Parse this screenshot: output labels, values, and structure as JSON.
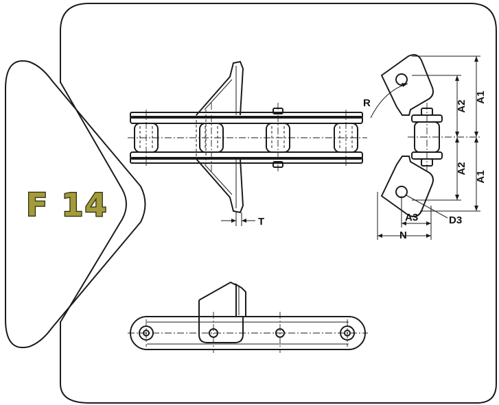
{
  "badge": {
    "text": "F 14",
    "fill_color": "#a39a3a",
    "outline_color": "#2b2810"
  },
  "dimensions": {
    "a1_top": "A1",
    "a2_top": "A2",
    "a2_bottom": "A2",
    "a1_bottom": "A1",
    "r": "R",
    "t": "T",
    "a3": "A3",
    "d3": "D3",
    "n": "N"
  }
}
